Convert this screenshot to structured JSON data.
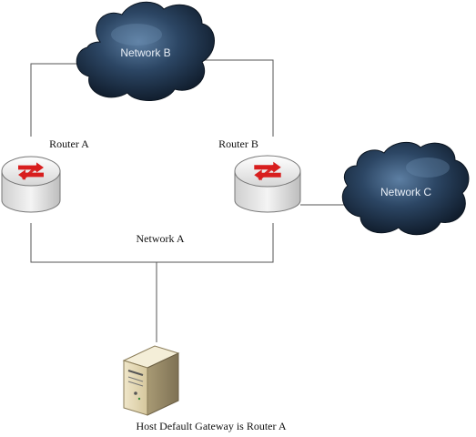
{
  "networks": {
    "a": "Network A",
    "b": "Network B",
    "c": "Network C"
  },
  "routers": {
    "a": "Router A",
    "b": "Router B"
  },
  "host": {
    "caption": "Host Default Gateway is Router A"
  },
  "colors": {
    "cloud_dark": "#0f1c2a",
    "cloud_light": "#4e6f92",
    "router_arrow": "#d81e1e",
    "router_body": "#e2e2e2",
    "wire": "#555555"
  }
}
